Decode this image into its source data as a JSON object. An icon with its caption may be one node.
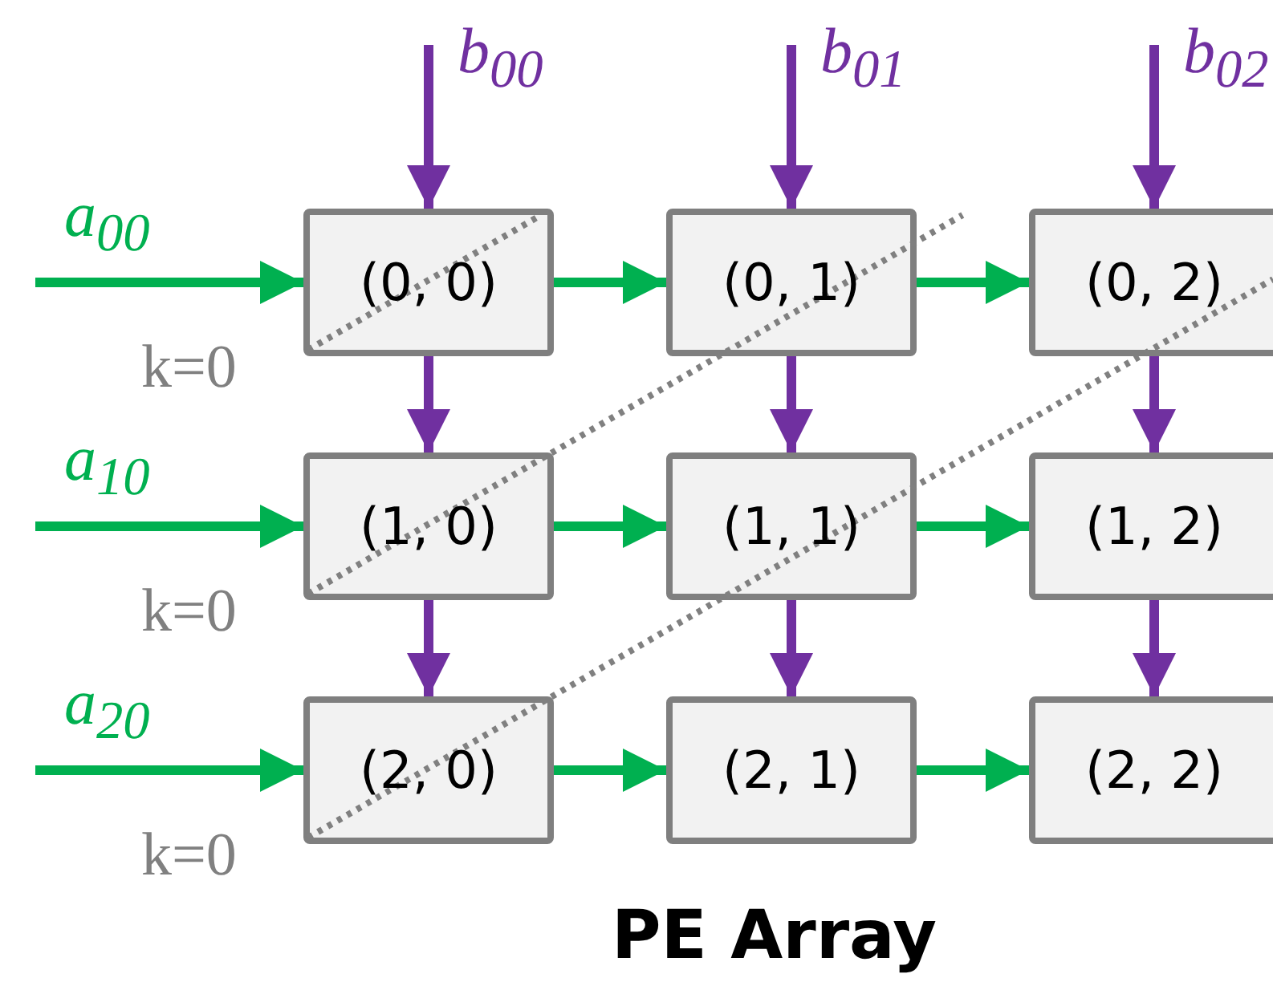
{
  "diagram": {
    "title": "PE Array",
    "nodes": [
      {
        "text": [
          "(0, 0)"
        ]
      },
      {
        "text": [
          "(0, 1)"
        ]
      },
      {
        "text": [
          "(0, 2)"
        ]
      },
      {
        "text": [
          "(1, 0)"
        ]
      },
      {
        "text": [
          "(1, 1)"
        ]
      },
      {
        "text": [
          "(1, 2)"
        ]
      },
      {
        "text": [
          "(2, 0)"
        ]
      },
      {
        "text": [
          "(2, 1)"
        ]
      },
      {
        "text": [
          "(2, 2)"
        ]
      }
    ],
    "edges": [
      {
        "from": null,
        "to": 0,
        "arrow": "to",
        "label": "b$_{00}$",
        "color": "#7030a0"
      },
      {
        "from": null,
        "to": 1,
        "arrow": "to",
        "label": "b$_{01}$",
        "color": "#7030a0"
      },
      {
        "from": null,
        "to": 2,
        "arrow": "to",
        "label": "b$_{02}$",
        "color": "#7030a0"
      },
      {
        "from": null,
        "to": 0,
        "arrow": "to",
        "label": "a$_{00}$",
        "color": "#00b050"
      },
      {
        "from": null,
        "to": 3,
        "arrow": "to",
        "label": "a$_{10}$",
        "color": "#00b050"
      },
      {
        "from": null,
        "to": 6,
        "arrow": "to",
        "label": "a$_{20}$",
        "color": "#00b050"
      },
      {
        "from": 0,
        "to": 1,
        "arrow": "to",
        "color": "#00b050"
      },
      {
        "from": 1,
        "to": 2,
        "arrow": "to",
        "color": "#00b050"
      },
      {
        "from": 3,
        "to": 4,
        "arrow": "to",
        "color": "#00b050"
      },
      {
        "from": 4,
        "to": 5,
        "arrow": "to",
        "color": "#00b050"
      },
      {
        "from": 6,
        "to": 7,
        "arrow": "to",
        "color": "#00b050"
      },
      {
        "from": 7,
        "to": 8,
        "arrow": "to",
        "color": "#00b050"
      },
      {
        "from": 0,
        "to": 3,
        "arrow": "to",
        "color": "#7030a0"
      },
      {
        "from": 3,
        "to": 6,
        "arrow": "to",
        "color": "#7030a0"
      },
      {
        "from": 1,
        "to": 4,
        "arrow": "to",
        "color": "#7030a0"
      },
      {
        "from": 4,
        "to": 7,
        "arrow": "to",
        "color": "#7030a0"
      },
      {
        "from": 2,
        "to": 5,
        "arrow": "to",
        "color": "#7030a0"
      },
      {
        "from": 5,
        "to": 8,
        "arrow": "to",
        "color": "#7030a0"
      }
    ],
    "labels": [
      "k=0",
      "k=0",
      "k=0"
    ]
  }
}
